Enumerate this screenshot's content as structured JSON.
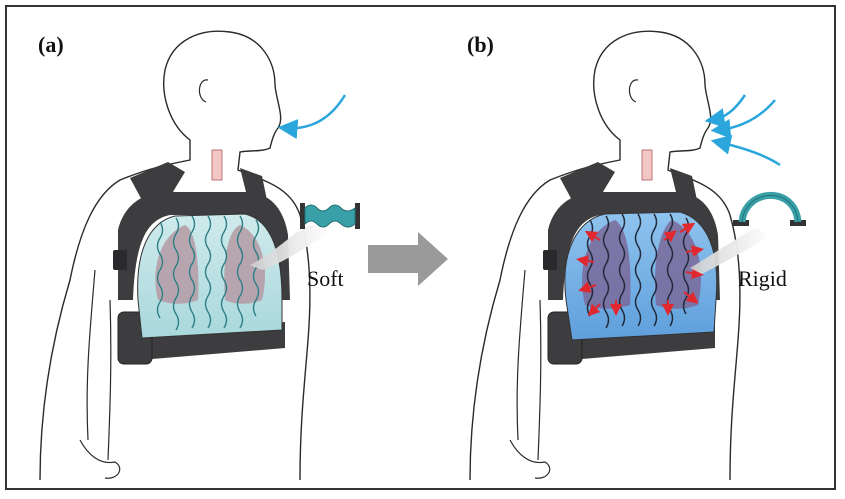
{
  "panels": [
    {
      "label": "(a)",
      "material_label": "Soft",
      "state": "relaxed"
    },
    {
      "label": "(b)",
      "material_label": "Rigid",
      "state": "stiffened"
    }
  ],
  "colors": {
    "vest": "#3d3d3f",
    "fiber_soft": "#2e7f86",
    "fiber_rigid": "#222a3a",
    "lung_soft": "#b59aa5",
    "lung_rigid": "#7a6a9a",
    "panel_soft": "#bfe3e6",
    "panel_rigid": "#7fb6e6",
    "airflow": "#2aa6dc",
    "force_arrows": "#e0282e",
    "transition_arrow": "#9a9a9a"
  },
  "icons": [
    "airflow-arrows",
    "textile-sample",
    "transition-arrow",
    "force-arrows"
  ]
}
